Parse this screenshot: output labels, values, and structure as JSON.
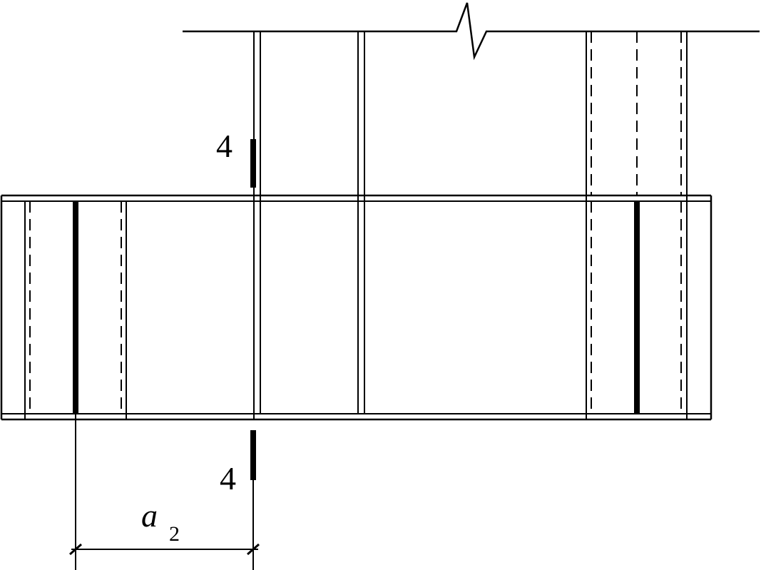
{
  "labels": {
    "section_top": "4",
    "section_bottom": "4",
    "dimension_symbol": "a",
    "dimension_subscript": "2"
  }
}
